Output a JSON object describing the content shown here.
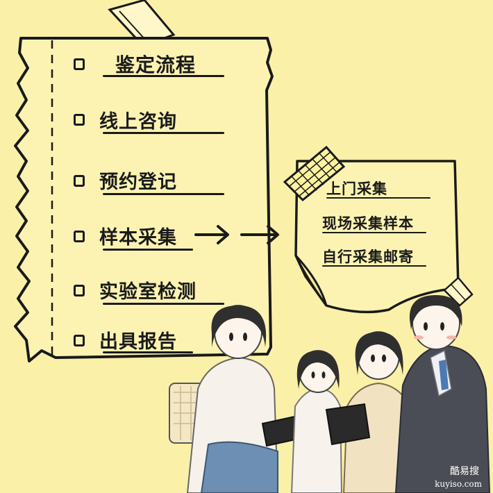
{
  "checklist": {
    "items": [
      {
        "label": "鉴定流程"
      },
      {
        "label": "线上咨询"
      },
      {
        "label": "预约登记"
      },
      {
        "label": "样本采集"
      },
      {
        "label": "实验室检测"
      },
      {
        "label": "出具报告"
      }
    ]
  },
  "sub_note": {
    "items": [
      {
        "label": "上门采集"
      },
      {
        "label": "现场采集样本"
      },
      {
        "label": "自行采集邮寄"
      }
    ]
  },
  "watermark": {
    "cn": "酷易搜",
    "en": "kuyiso.com"
  },
  "colors": {
    "background": "#fbf0a8",
    "paper": "#fcf3b2",
    "ink": "#1a1a1a"
  }
}
